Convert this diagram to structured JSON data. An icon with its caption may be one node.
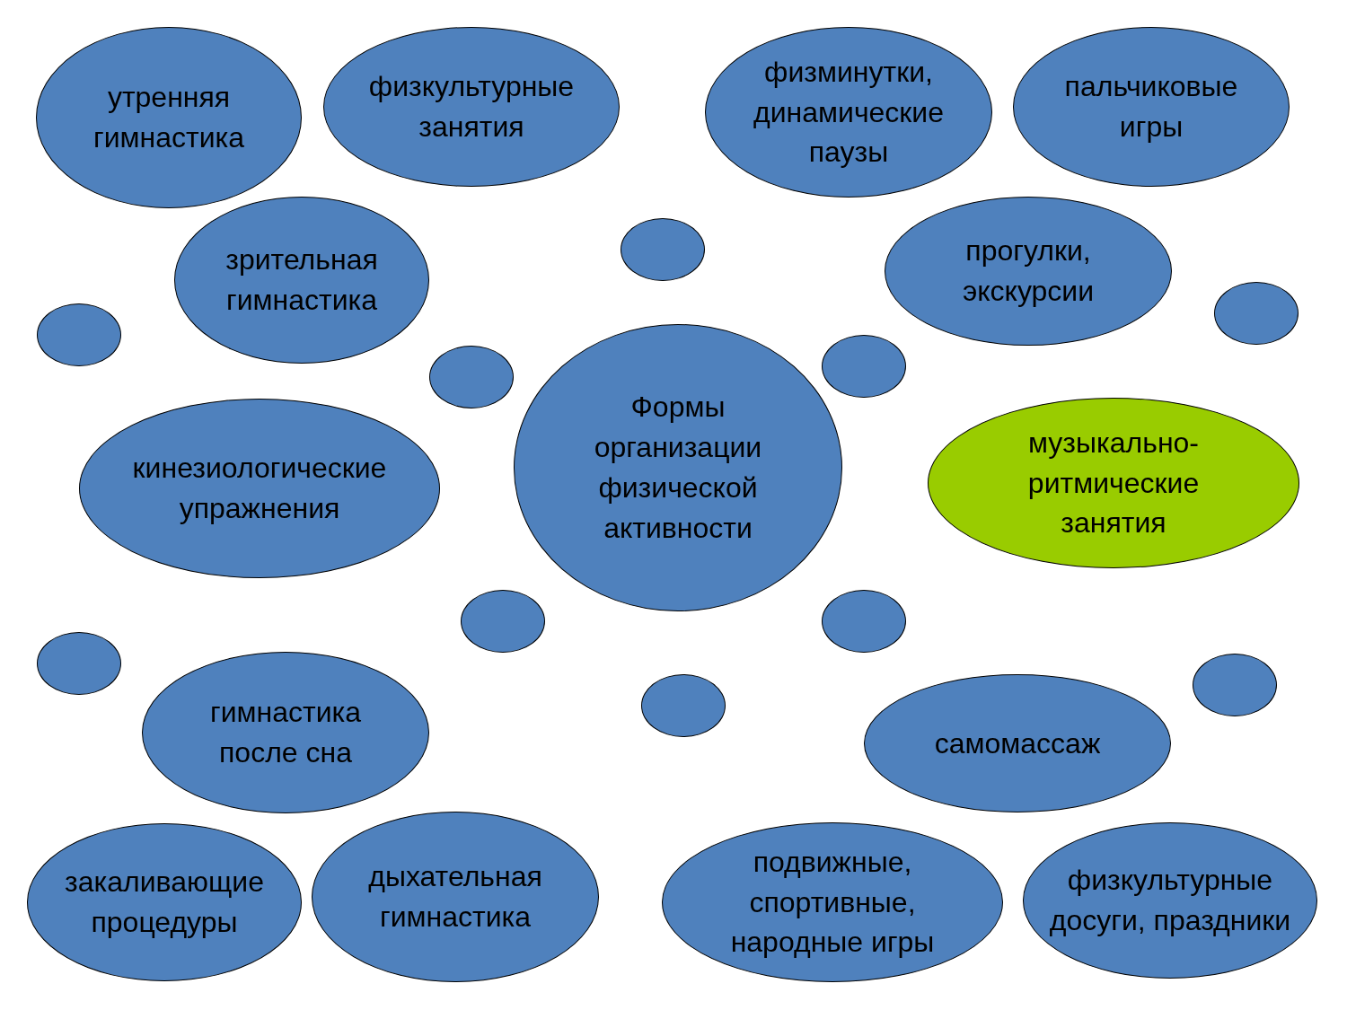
{
  "diagram": {
    "nodes": [
      {
        "text": [
          "утренняя гимнастика"
        ]
      },
      {
        "text": [
          "физкультурные занятия"
        ]
      },
      {
        "text": [
          "физминутки, динамические паузы"
        ]
      },
      {
        "text": [
          "пальчиковые игры"
        ]
      },
      {
        "text": [],
        "shape": "circle"
      },
      {
        "text": [
          "зрительная гимнастика"
        ]
      },
      {
        "text": [
          "прогулки, экскурсии"
        ]
      },
      {
        "text": [],
        "shape": "circle"
      },
      {
        "text": [],
        "shape": "circle"
      },
      {
        "text": [],
        "shape": "circle"
      },
      {
        "text": [],
        "shape": "circle"
      },
      {
        "text": [
          "Формы организации физической активности"
        ]
      },
      {
        "text": [
          "кинезиологические упражнения"
        ]
      },
      {
        "text": [
          "музыкально-ритмические занятия"
        ]
      },
      {
        "text": [],
        "shape": "circle"
      },
      {
        "text": [],
        "shape": "circle"
      },
      {
        "text": [],
        "shape": "circle"
      },
      {
        "text": [],
        "shape": "circle"
      },
      {
        "text": [],
        "shape": "circle"
      },
      {
        "text": [
          "гимнастика после сна"
        ]
      },
      {
        "text": [
          "самомассаж"
        ]
      },
      {
        "text": [
          "закаливающие процедуры"
        ]
      },
      {
        "text": [
          "дыхательная гимнастика"
        ]
      },
      {
        "text": [
          "подвижные, спортивные, народные игры"
        ]
      },
      {
        "text": [
          "физкультурные досуги, праздники"
        ]
      }
    ]
  }
}
